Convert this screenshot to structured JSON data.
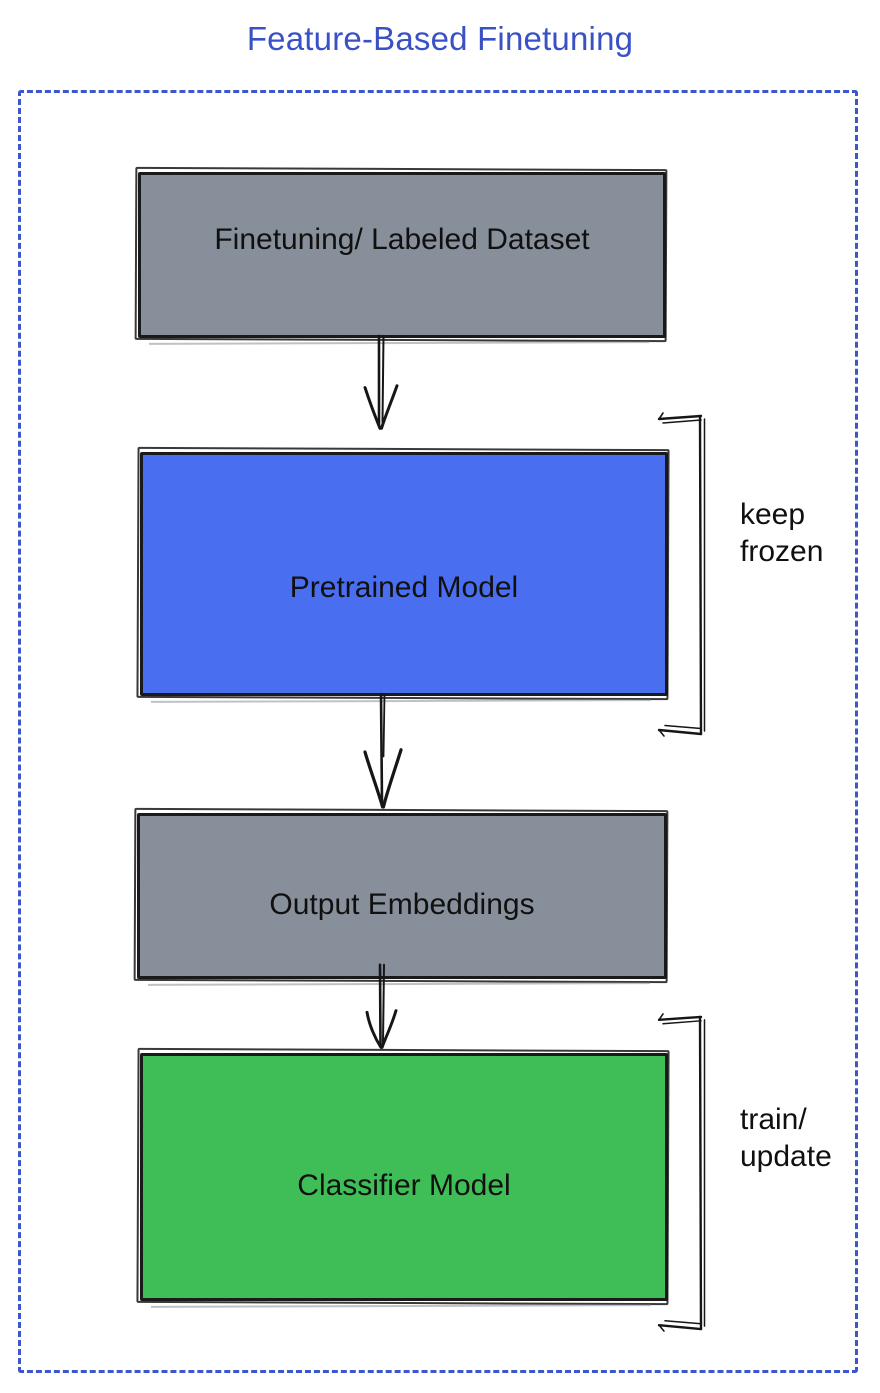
{
  "title": {
    "text": "Feature-Based Finetuning",
    "color": "#3a51c6"
  },
  "frame": {
    "border_color": "#3d56c9",
    "style": "dashed"
  },
  "diagram": {
    "stroke_color": "#1a1a1a",
    "boxes": [
      {
        "id": "dataset",
        "label": "Finetuning/ Labeled Dataset",
        "fill": "#878f9b"
      },
      {
        "id": "pretrained",
        "label": "Pretrained Model",
        "fill": "#4a6ef0"
      },
      {
        "id": "embeddings",
        "label": "Output Embeddings",
        "fill": "#878f9b"
      },
      {
        "id": "classifier",
        "label": "Classifier Model",
        "fill": "#3fbe58"
      }
    ],
    "annotations": [
      {
        "id": "keep-frozen",
        "label": "keep frozen"
      },
      {
        "id": "train-update",
        "label": "train/ update"
      }
    ]
  }
}
